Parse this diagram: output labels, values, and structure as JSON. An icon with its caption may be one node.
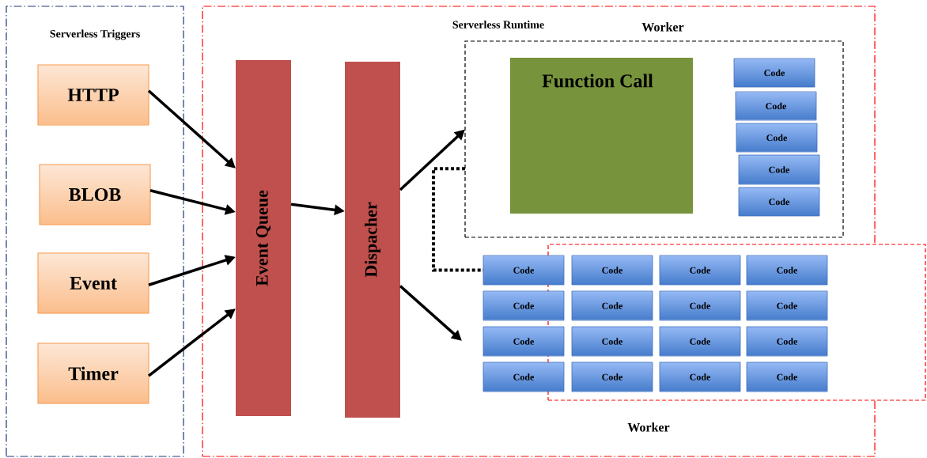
{
  "diagram": {
    "nodes": [
      {
        "text": [
          "Serverless Triggers"
        ]
      },
      {
        "text": [
          "HTTP"
        ],
        "in": 0
      },
      {
        "text": [
          "BLOB"
        ],
        "in": 0
      },
      {
        "text": [
          "Event"
        ],
        "in": 0
      },
      {
        "text": [
          "Timer"
        ],
        "in": 0
      },
      {
        "text": [
          "Serverless Runtime"
        ]
      },
      {
        "text": [
          "Event Queue"
        ],
        "in": 5
      },
      {
        "text": [
          "Dispacher"
        ],
        "in": 5
      },
      {
        "text": [
          "Worker"
        ],
        "in": 5
      },
      {
        "text": [
          "Function Call"
        ],
        "in": 8
      },
      {
        "text": [
          "Code"
        ],
        "in": 8
      },
      {
        "text": [
          "Code"
        ],
        "in": 8
      },
      {
        "text": [
          "Code"
        ],
        "in": 8
      },
      {
        "text": [
          "Code"
        ],
        "in": 8
      },
      {
        "text": [
          "Code"
        ],
        "in": 8
      },
      {
        "text": [],
        "shape": "box"
      },
      {
        "text": [
          "Code"
        ],
        "in": 5
      },
      {
        "text": [
          "Code"
        ],
        "in": 15
      },
      {
        "text": [
          "Code"
        ],
        "in": 15
      },
      {
        "text": [
          "Code"
        ],
        "in": 15
      },
      {
        "text": [
          "Code"
        ],
        "in": 5
      },
      {
        "text": [
          "Code"
        ],
        "in": 15
      },
      {
        "text": [
          "Code"
        ],
        "in": 15
      },
      {
        "text": [
          "Code"
        ],
        "in": 15
      },
      {
        "text": [
          "Code"
        ],
        "in": 5
      },
      {
        "text": [
          "Code"
        ],
        "in": 15
      },
      {
        "text": [
          "Code"
        ],
        "in": 15
      },
      {
        "text": [
          "Code"
        ],
        "in": 15
      },
      {
        "text": [
          "Code"
        ],
        "in": 5
      },
      {
        "text": [
          "Code"
        ],
        "in": 15
      },
      {
        "text": [
          "Code"
        ],
        "in": 15
      },
      {
        "text": [
          "Code"
        ],
        "in": 15
      }
    ],
    "edges": [
      {
        "from": 1,
        "to": 6,
        "arrow": "to"
      },
      {
        "from": 2,
        "to": 6,
        "arrow": "to"
      },
      {
        "from": 3,
        "to": 6,
        "arrow": "to"
      },
      {
        "from": 4,
        "to": 6,
        "arrow": "to"
      },
      {
        "from": 6,
        "to": 7,
        "arrow": "to"
      },
      {
        "from": 7,
        "to": 8,
        "arrow": "to"
      },
      {
        "from": 7,
        "to": null,
        "arrow": "to"
      },
      {
        "from": 8,
        "to": 16,
        "arrow": "none",
        "style": "dashed"
      }
    ],
    "labels": [
      "Worker"
    ]
  }
}
